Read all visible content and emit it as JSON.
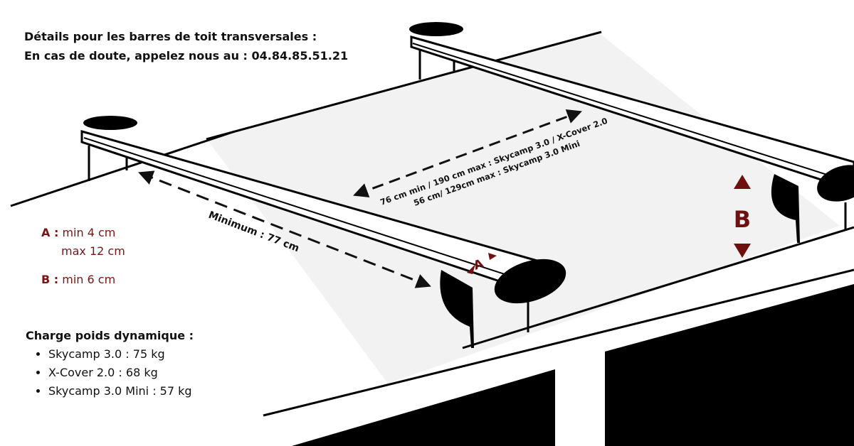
{
  "header": {
    "line1": "Détails pour les barres de toit transversales :",
    "line2": "En cas de doute, appelez nous au : 04.84.85.51.21"
  },
  "diagram": {
    "label_min": "Minimum : 77 cm",
    "label_range_1": "76 cm min / 190 cm max : Skycamp 3.0 / X-Cover 2.0",
    "label_range_2": "56 cm/ 129cm max : Skycamp 3.0 Mini",
    "label_a": "A",
    "label_b": "B",
    "accent_color": "#6e1010"
  },
  "specs": {
    "a_key": "A :",
    "a_min": "min 4 cm",
    "a_max": "max 12 cm",
    "b_key": "B :",
    "b_min": "min 6 cm"
  },
  "load": {
    "title": "Charge poids dynamique :",
    "items": [
      "Skycamp 3.0 : 75 kg",
      "X-Cover 2.0 : 68 kg",
      "Skycamp 3.0 Mini : 57 kg"
    ]
  }
}
